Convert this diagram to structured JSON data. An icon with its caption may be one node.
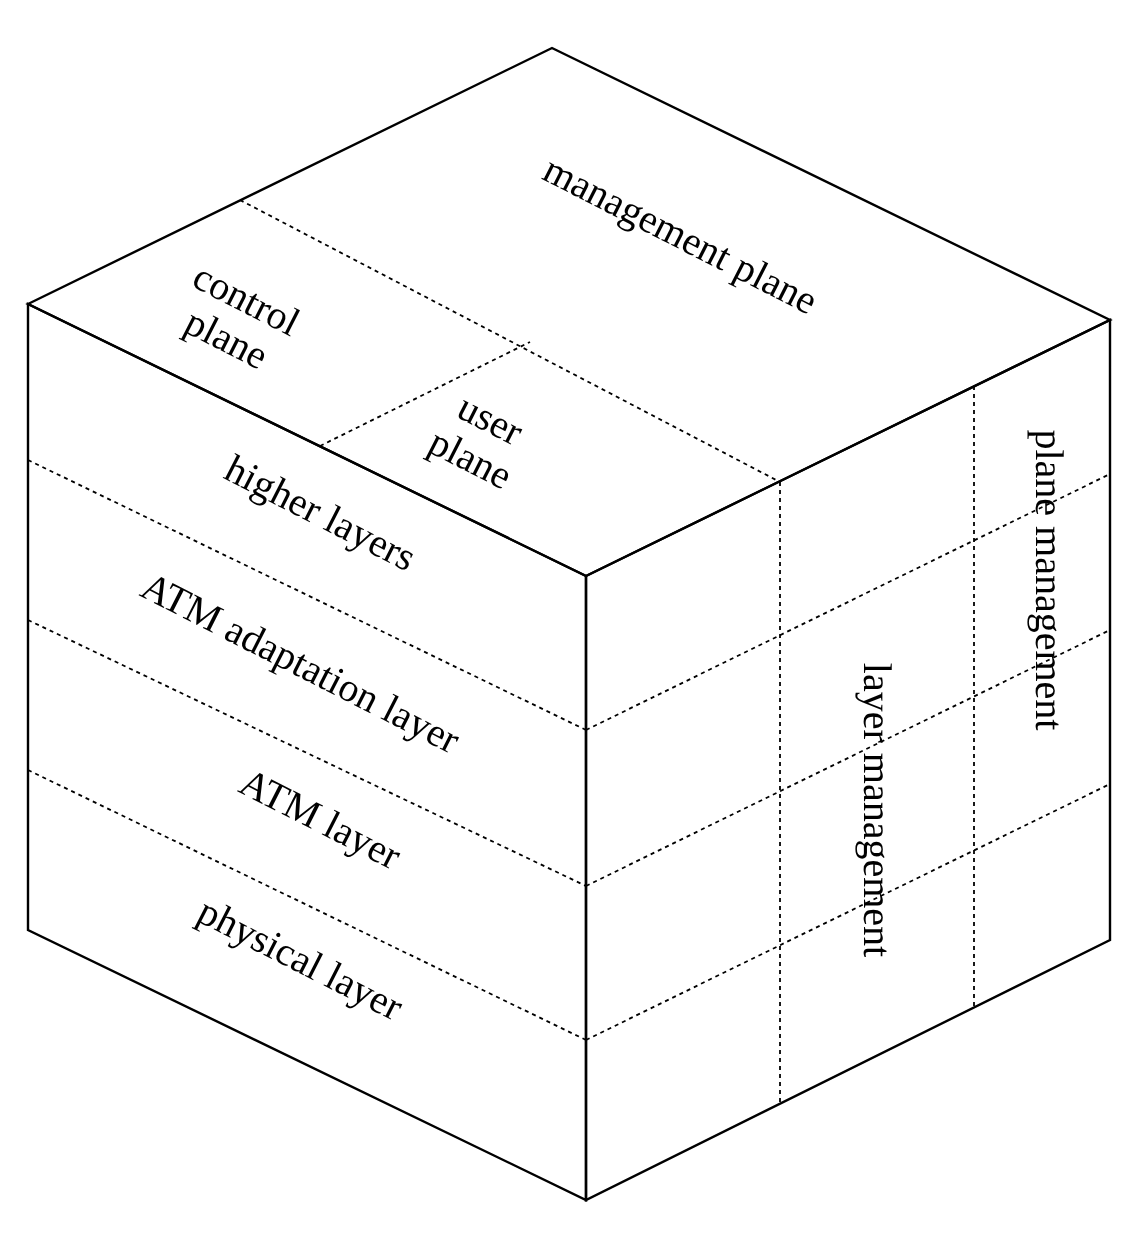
{
  "diagram": {
    "nodes": [
      {
        "text": [
          "management plane"
        ]
      },
      {
        "text": [
          "control plane"
        ]
      },
      {
        "text": [
          "user plane"
        ]
      },
      {
        "text": [
          "higher layers"
        ]
      },
      {
        "text": [
          "ATM adaptation layer"
        ]
      },
      {
        "text": [
          "ATM layer"
        ]
      },
      {
        "text": [
          "physical layer"
        ]
      },
      {
        "text": [
          "layer management"
        ]
      },
      {
        "text": [
          "plane management"
        ]
      }
    ]
  }
}
